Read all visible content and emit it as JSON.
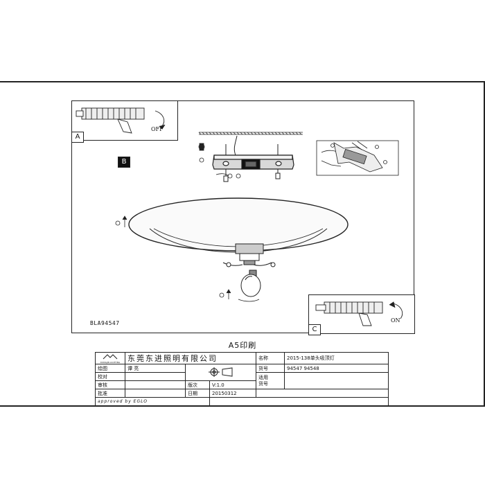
{
  "panel_a": {
    "tag": "A",
    "action": "OFF"
  },
  "panel_b": {
    "tag": "B"
  },
  "panel_c": {
    "tag": "C",
    "action": "ON"
  },
  "model_ref": "BLA94547",
  "print_size": "A5印刷",
  "title_block": {
    "company": "东莞东进照明有限公司",
    "logo_text": "DONGJIN LIGHTING",
    "approved": "approved by EGLO",
    "rows": [
      {
        "label": "绘图",
        "value": "谭 亮",
        "mid_label": "",
        "mid_value": "",
        "right_label": "名称",
        "right_value": "2015-138单头吸顶灯"
      },
      {
        "label": "校对",
        "value": "",
        "mid_label": "",
        "mid_value": "",
        "right_label": "货号",
        "right_value": "94547 94548"
      },
      {
        "label": "审核",
        "value": "",
        "mid_label": "版次",
        "mid_value": "V:1.0",
        "right_label": "适用",
        "right_value": ""
      },
      {
        "label": "批准",
        "value": "",
        "mid_label": "日期",
        "mid_value": "20150312",
        "right_label": "货号",
        "right_value": ""
      }
    ]
  },
  "colors": {
    "line": "#222222",
    "paper": "#ffffff"
  }
}
